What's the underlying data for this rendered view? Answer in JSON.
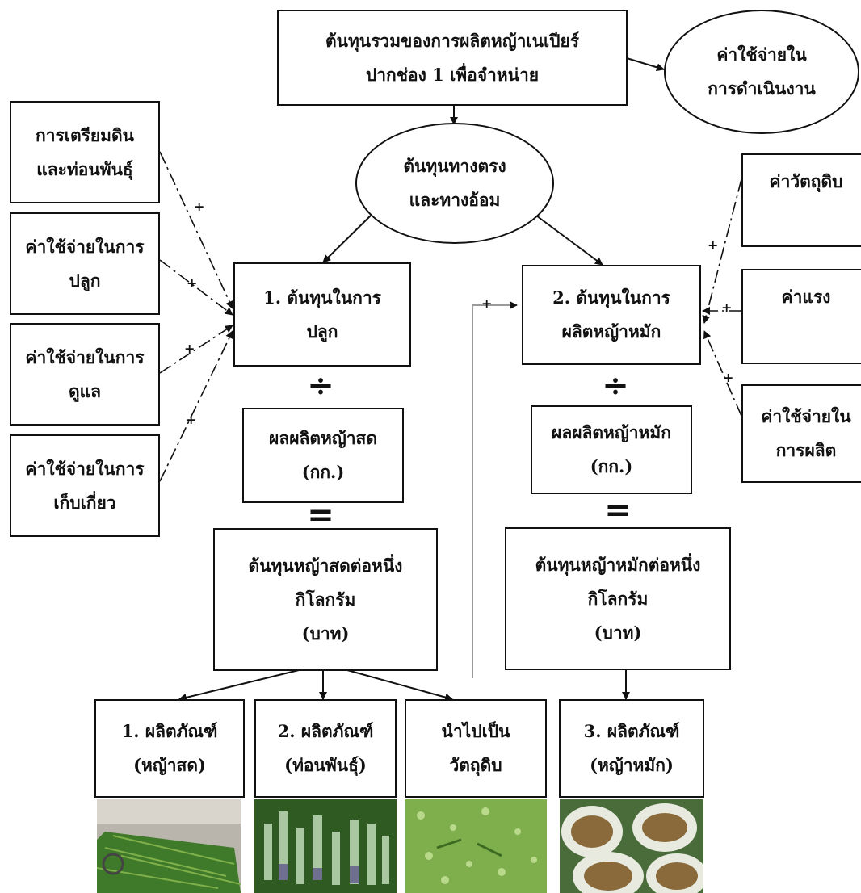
{
  "total_cost": {
    "line1": "ต้นทุนรวมของการผลิตหญ้าเนเปียร์",
    "line2": "ปากช่อง 1 เพื่อจำหน่าย"
  },
  "operating_expense": {
    "line1": "ค่าใช้จ่ายใน",
    "line2": "การดำเนินงาน"
  },
  "direct_indirect": {
    "line1": "ต้นทุนทางตรง",
    "line2": "และทางอ้อม"
  },
  "left_inputs": [
    {
      "line1": "การเตรียมดิน",
      "line2": "และท่อนพันธุ์"
    },
    {
      "line1": "ค่าใช้จ่ายในการ",
      "line2": "ปลูก"
    },
    {
      "line1": "ค่าใช้จ่ายในการ",
      "line2": "ดูแล"
    },
    {
      "line1": "ค่าใช้จ่ายในการ",
      "line2": "เก็บเกี่ยว"
    }
  ],
  "right_inputs": [
    {
      "line1": "ค่าวัตถุดิบ",
      "line2": ""
    },
    {
      "line1": "ค่าแรง",
      "line2": ""
    },
    {
      "line1": "ค่าใช้จ่ายใน",
      "line2": "การผลิต"
    }
  ],
  "plus_sign": "+",
  "planting_cost": {
    "line1": "1. ต้นทุนในการ",
    "line2": "ปลูก"
  },
  "compost_cost": {
    "line1": "2. ต้นทุนในการ",
    "line2": "ผลิตหญ้าหมัก"
  },
  "divide_sign": "÷",
  "equals_sign": "=",
  "fresh_yield": {
    "line1": "ผลผลิตหญ้าสด",
    "line2": "(กก.)"
  },
  "compost_yield": {
    "line1": "ผลผลิตหญ้าหมัก",
    "line2": "(กก.)"
  },
  "fresh_unit_cost": {
    "line1": "ต้นทุนหญ้าสดต่อหนึ่ง",
    "line2": "กิโลกรัม",
    "line3": "(บาท)"
  },
  "compost_unit_cost": {
    "line1": "ต้นทุนหญ้าหมักต่อหนึ่ง",
    "line2": "กิโลกรัม",
    "line3": "(บาท)"
  },
  "products": [
    {
      "line1": "1. ผลิตภัณฑ์",
      "line2": "(หญ้าสด)"
    },
    {
      "line1": "2. ผลิตภัณฑ์",
      "line2": "(ท่อนพันธุ์)"
    },
    {
      "line1": "นำไปเป็น",
      "line2": "วัตถุดิบ"
    },
    {
      "line1": "3. ผลิตภัณฑ์",
      "line2": "(หญ้าหมัก)"
    }
  ]
}
